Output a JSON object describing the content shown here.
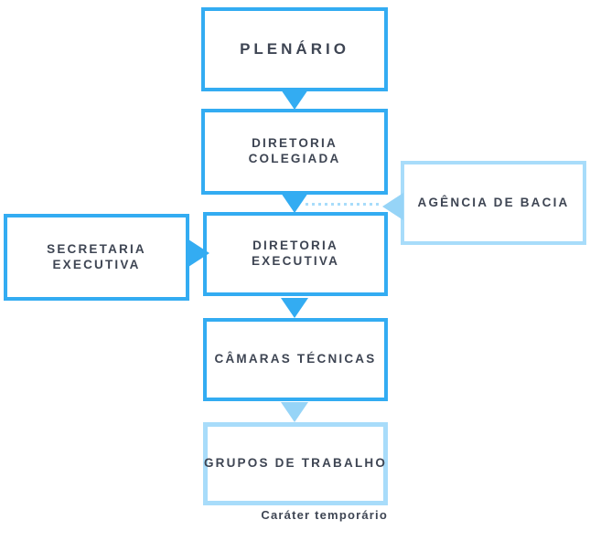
{
  "colors": {
    "primary_blue": "#33ACF2",
    "light_blue": "#A8DCFA",
    "arrow_light_blue": "#96D4F7",
    "text_dark": "#3E4553",
    "background": "#FFFFFF"
  },
  "nodes": {
    "plenario": {
      "label": "PLENÁRIO",
      "border": "primary"
    },
    "diretoria_colegiada": {
      "label": "DIRETORIA\nCOLEGIADA",
      "border": "primary"
    },
    "agencia_de_bacia": {
      "label": "AGÊNCIA DE BACIA",
      "border": "light"
    },
    "secretaria_executiva": {
      "label": "SECRETARIA\nEXECUTIVA",
      "border": "primary"
    },
    "diretoria_executiva": {
      "label": "DIRETORIA\nEXECUTIVA",
      "border": "primary"
    },
    "camaras_tecnicas": {
      "label": "CÂMARAS TÉCNICAS",
      "border": "primary"
    },
    "grupos_de_trabalho": {
      "label": "GRUPOS DE TRABALHO",
      "border": "light"
    }
  },
  "caption": "Caráter temporário",
  "connections": [
    {
      "from": "plenario",
      "to": "diretoria_colegiada",
      "style": "solid-arrow-down"
    },
    {
      "from": "diretoria_colegiada",
      "to": "diretoria_executiva",
      "style": "solid-arrow-down"
    },
    {
      "from": "agencia_de_bacia",
      "to": "diretoria_executiva",
      "style": "dotted-line-light-arrow-left"
    },
    {
      "from": "secretaria_executiva",
      "to": "diretoria_executiva",
      "style": "solid-arrow-right"
    },
    {
      "from": "diretoria_executiva",
      "to": "camaras_tecnicas",
      "style": "solid-arrow-down"
    },
    {
      "from": "camaras_tecnicas",
      "to": "grupos_de_trabalho",
      "style": "light-arrow-down"
    }
  ]
}
